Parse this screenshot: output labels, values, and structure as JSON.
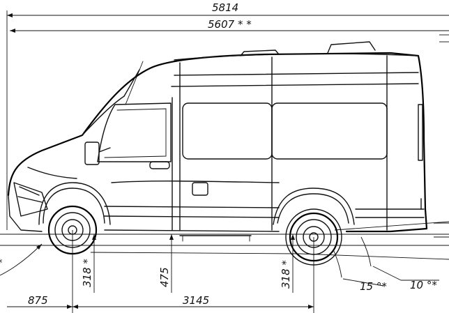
{
  "dimensions": {
    "overall_length": "5814",
    "overall_length_alt": "5607 * *",
    "front_overhang": "875",
    "wheelbase": "3145",
    "ground_clearance_front": "318 *",
    "ground_clearance_middle": "475",
    "ground_clearance_rear": "318 *",
    "departure_angle_alt": "15 °*",
    "departure_angle": "10 °*"
  }
}
